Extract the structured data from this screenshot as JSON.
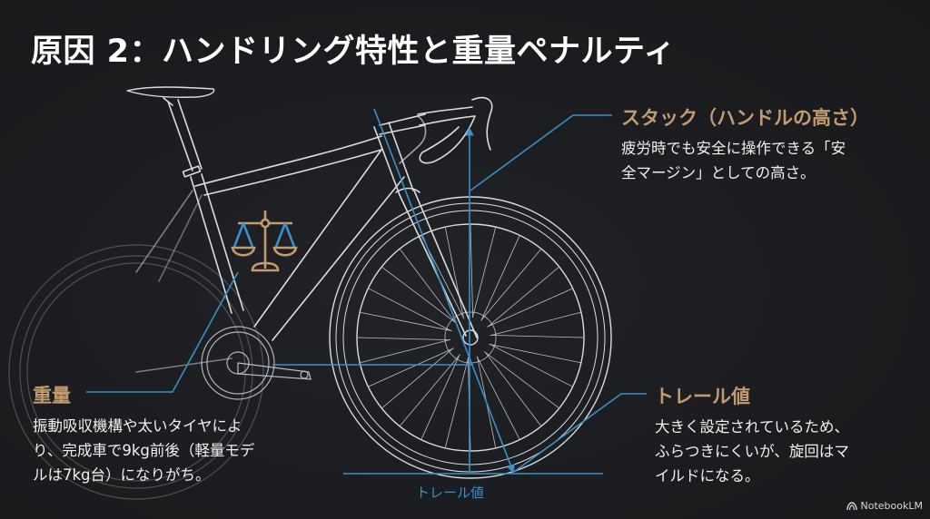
{
  "slide": {
    "title": "原因 2：ハンドリング特性と重量ペナルティ",
    "colors": {
      "background": "#1c1d20",
      "heading_accent": "#c39b70",
      "guide_blue": "#3b8fca",
      "wireframe": "#d9dde2",
      "text": "#f0f0f0"
    }
  },
  "callouts": {
    "stack": {
      "heading": "スタック（ハンドルの高さ）",
      "line1": "疲労時でも安全に操作できる「安",
      "line2": "全マージン」としての高さ。"
    },
    "weight": {
      "heading": "重量",
      "icon": "balance-scale-icon",
      "line1": "振動吸収機構や太いタイヤによ",
      "line2": "り、完成車で9kg前後（軽量モデ",
      "line3": "ルは7kg台）になりがち。"
    },
    "trail": {
      "heading": "トレール値",
      "line1": "大きく設定されているため、",
      "line2": "ふらつきにくいが、旋回はマ",
      "line3": "イルドになる。"
    }
  },
  "diagram": {
    "subject": "road-bike-wireframe",
    "dimension_label": "トレール値"
  },
  "branding": {
    "label": "NotebookLM",
    "icon": "notebooklm-logo-icon"
  }
}
